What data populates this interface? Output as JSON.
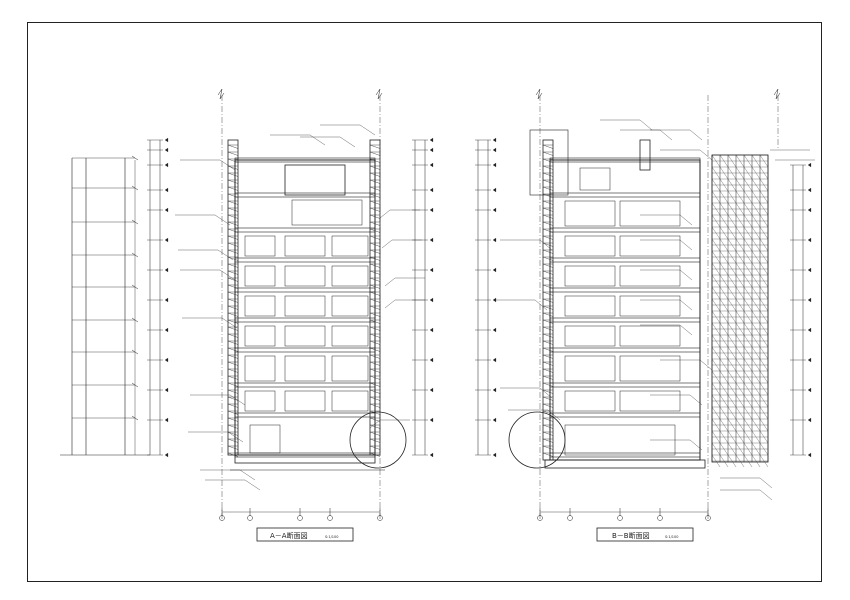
{
  "sheet": {
    "titles": [
      {
        "id": "title-a",
        "label": "A－A断面図",
        "scale": "S:1/100"
      },
      {
        "id": "title-b",
        "label": "B－B断面図",
        "scale": "S:1/100"
      }
    ]
  },
  "colors": {
    "line": "#222222",
    "frame": "#222222",
    "background": "#ffffff"
  }
}
